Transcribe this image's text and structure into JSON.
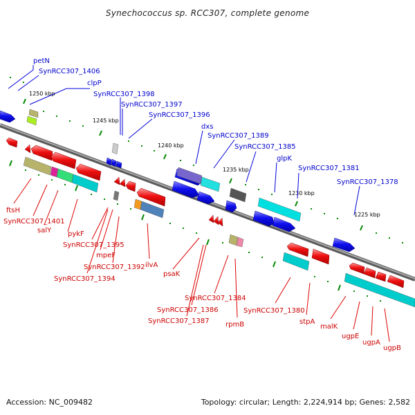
{
  "title": "Synechococcus sp. RCC307, complete genome",
  "footer": {
    "accession": "Accession: NC_009482",
    "summary": "Topology: circular; Length: 2,224,914 bp; Genes: 2,582"
  },
  "colors": {
    "forward_gene": "#0000ee",
    "reverse_gene": "#ee0000",
    "backbone": "#888888",
    "tick": "#008800",
    "cog_cyan": "#00cccc",
    "cog_olive": "#b7b36a",
    "cog_green": "#33dd77",
    "cog_steel": "#4f82b8",
    "cog_orange": "#f39a21",
    "cog_magenta": "#dd2299",
    "cog_gray": "#999999"
  },
  "scale_labels": [
    "1250 kbp",
    "1245 kbp",
    "1240 kbp",
    "1235 kbp",
    "1230 kbp",
    "1225 kbp"
  ],
  "forward_gene_labels": [
    "petN",
    "SynRCC307_1406",
    "clpP",
    "SynRCC307_1398",
    "SynRCC307_1397",
    "SynRCC307_1396",
    "dxs",
    "SynRCC307_1389",
    "SynRCC307_1385",
    "glpK",
    "SynRCC307_1381",
    "SynRCC307_1378"
  ],
  "reverse_gene_labels": [
    "ftsH",
    "SynRCC307_1401",
    "salY",
    "pykF",
    "SynRCC307_1395",
    "mpeF",
    "SynRCC307_1392",
    "SynRCC307_1394",
    "ilvA",
    "psaK",
    "SynRCC307_1384",
    "SynRCC307_1386",
    "SynRCC307_1387",
    "rpmB",
    "SynRCC307_1380",
    "stpA",
    "malK",
    "ugpE",
    "ugpA",
    "ugpB"
  ]
}
